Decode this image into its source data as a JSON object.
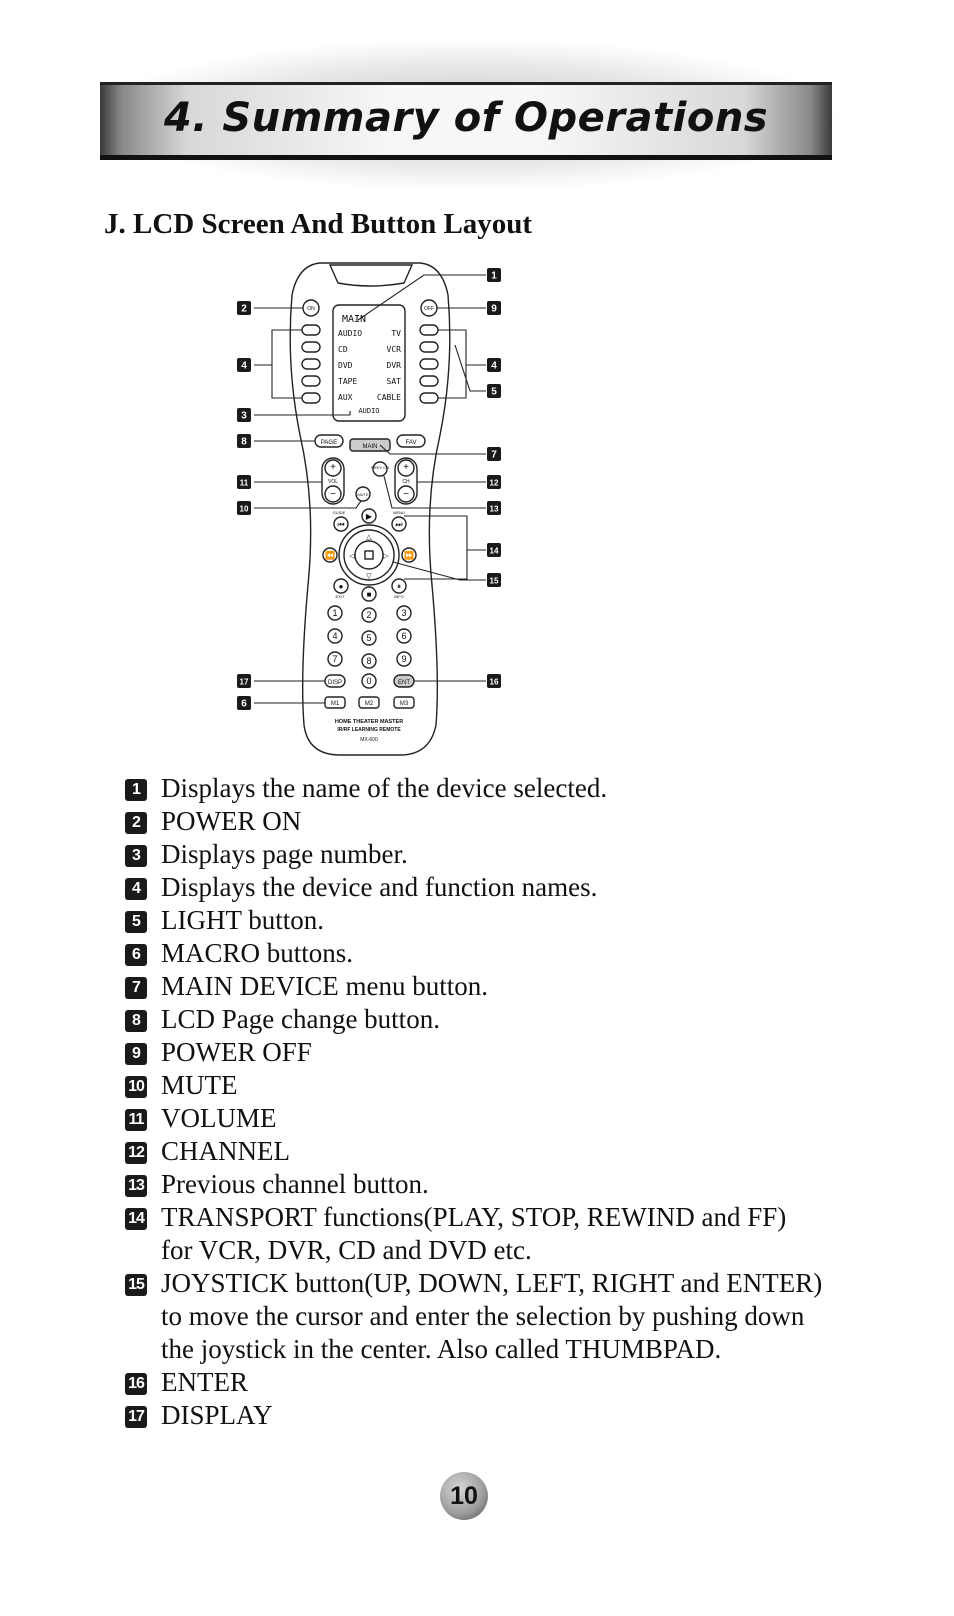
{
  "header": {
    "title": "4. Summary of Operations"
  },
  "section": {
    "heading": "J. LCD Screen And Button Layout"
  },
  "remote": {
    "lcd_title": "MAIN",
    "lcd_rows": [
      [
        "AUDIO",
        "TV"
      ],
      [
        "CD",
        "VCR"
      ],
      [
        "DVD",
        "DVR"
      ],
      [
        "TAPE",
        "SAT"
      ],
      [
        "AUX",
        "CABLE"
      ]
    ],
    "lcd_page": "AUDIO",
    "on": "ON",
    "off": "OFF",
    "page": "PAGE",
    "main": "MAIN",
    "fav": "FAV",
    "vol": "VOL",
    "ch": "CH",
    "mute": "MUTE",
    "prev_ch": "PREV CH",
    "guide": "GUIDE",
    "menu": "MENU",
    "exit": "EXIT",
    "info": "INFO",
    "numbers": [
      "1",
      "2",
      "3",
      "4",
      "5",
      "6",
      "7",
      "8",
      "9"
    ],
    "disp": "DISP",
    "zero": "0",
    "ent": "ENT",
    "macros": [
      "M1",
      "M2",
      "M3"
    ],
    "brand_line1": "HOME THEATER MASTER",
    "brand_line2": "IR/RF LEARNING REMOTE",
    "model": "MX-600"
  },
  "callouts": [
    "1",
    "2",
    "9",
    "4",
    "4",
    "5",
    "3",
    "8",
    "7",
    "11",
    "12",
    "10",
    "13",
    "14",
    "15",
    "17",
    "16",
    "6"
  ],
  "legend": [
    {
      "num": "1",
      "text": "Displays the name of the device selected."
    },
    {
      "num": "2",
      "text": "POWER ON"
    },
    {
      "num": "3",
      "text": "Displays page number."
    },
    {
      "num": "4",
      "text": "Displays the device and function names."
    },
    {
      "num": "5",
      "text": "LIGHT button."
    },
    {
      "num": "6",
      "text": "MACRO buttons."
    },
    {
      "num": "7",
      "text": "MAIN DEVICE menu button."
    },
    {
      "num": "8",
      "text": "LCD Page change button."
    },
    {
      "num": "9",
      "text": "POWER OFF"
    },
    {
      "num": "10",
      "text": "MUTE"
    },
    {
      "num": "11",
      "text": "VOLUME"
    },
    {
      "num": "12",
      "text": "CHANNEL"
    },
    {
      "num": "13",
      "text": "Previous channel button."
    },
    {
      "num": "14",
      "text": "TRANSPORT functions(PLAY, STOP, REWIND and FF)",
      "text2": "for VCR, DVR, CD and DVD etc."
    },
    {
      "num": "15",
      "text": "JOYSTICK button(UP, DOWN, LEFT, RIGHT and ENTER)",
      "text2": "to move the cursor and enter the selection by pushing down",
      "text3": "the joystick in the center. Also called THUMBPAD."
    },
    {
      "num": "16",
      "text": "ENTER"
    },
    {
      "num": "17",
      "text": "DISPLAY"
    }
  ],
  "footer": {
    "page_number": "10"
  }
}
